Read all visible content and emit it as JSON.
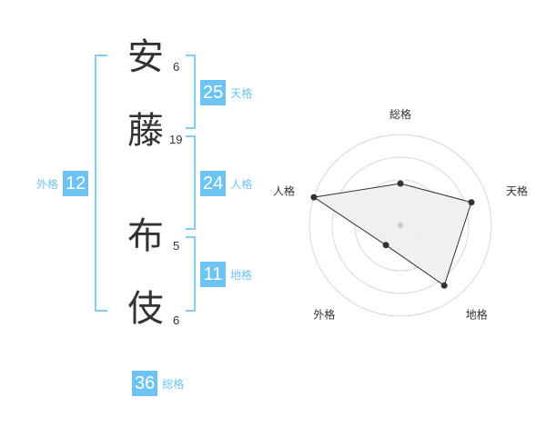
{
  "name": {
    "chars": [
      {
        "char": "安",
        "strokes": "6"
      },
      {
        "char": "藤",
        "strokes": "19"
      },
      {
        "char": "布",
        "strokes": "5"
      },
      {
        "char": "伎",
        "strokes": "6"
      }
    ]
  },
  "kaku": {
    "tenkaku": {
      "value": "25",
      "label": "天格"
    },
    "jinkaku": {
      "value": "24",
      "label": "人格"
    },
    "chikaku": {
      "value": "11",
      "label": "地格"
    },
    "gaikaku": {
      "value": "12",
      "label": "外格"
    },
    "soukaku": {
      "value": "36",
      "label": "総格"
    }
  },
  "colors": {
    "accent": "#6dc4f3",
    "bracket": "#86cdf4",
    "text": "#333333",
    "grid": "#d8d8d8",
    "fill": "#eeeeee"
  },
  "chart_data": {
    "type": "radar",
    "axes": [
      "総格",
      "天格",
      "地格",
      "外格",
      "人格"
    ],
    "values": [
      0.46,
      0.82,
      0.82,
      0.27,
      1.0
    ],
    "range": [
      0,
      1
    ],
    "rings": 4,
    "grid": true
  }
}
